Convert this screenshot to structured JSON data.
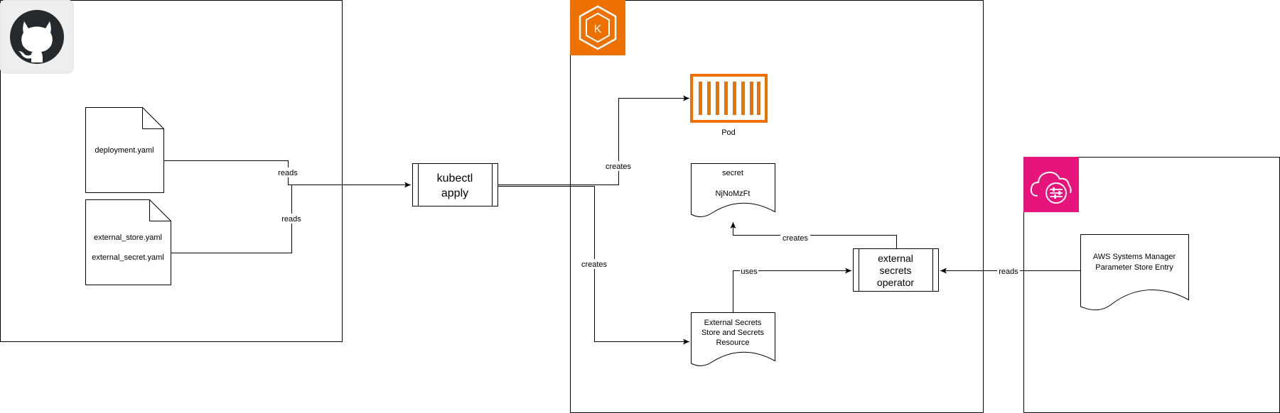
{
  "colors": {
    "eks_orange": "#ED7100",
    "ssm_pink": "#E7157B",
    "github_dark": "#24292e",
    "github_tile": "#eeeeee",
    "pod_orange": "#ED7100"
  },
  "icons": {
    "github": "github-icon",
    "eks": "kubernetes-eks-icon",
    "pod": "pod-container-icon",
    "ssm": "systems-manager-parameter-store-icon"
  },
  "files": {
    "deployment": "deployment.yaml",
    "external_store": "external_store.yaml",
    "external_secret": "external_secret.yaml"
  },
  "process": {
    "kubectl_line1": "kubectl",
    "kubectl_line2": "apply",
    "eso_line1": "external",
    "eso_line2": "secrets",
    "eso_line3": "operator"
  },
  "k8s": {
    "pod_label": "Pod",
    "secret_title": "secret",
    "secret_value": "NjNoMzFt",
    "es_line1": "External Secrets",
    "es_line2": "Store and Secrets",
    "es_line3": "Resource"
  },
  "aws": {
    "ssm_line1": "AWS Systems Manager",
    "ssm_line2": "Parameter Store Entry"
  },
  "edges": {
    "reads_deployment": "reads",
    "reads_external": "reads",
    "creates_pod": "creates",
    "creates_es": "creates",
    "creates_secret": "creates",
    "uses": "uses",
    "reads_ssm": "reads"
  }
}
